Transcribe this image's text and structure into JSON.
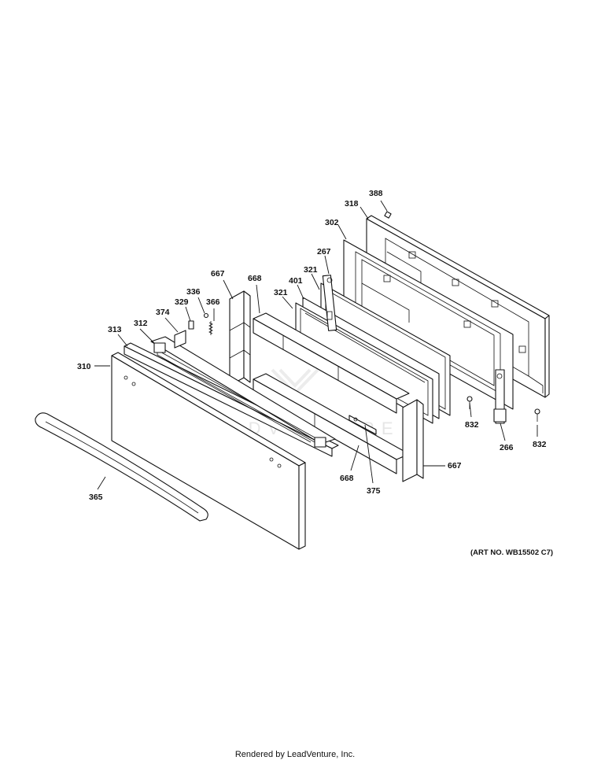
{
  "watermark": "LEADVENTURE",
  "art_number": "(ART NO. WB15502 C7)",
  "footer": "Rendered by LeadVenture, Inc.",
  "callouts": {
    "c388": "388",
    "c318": "318",
    "c302": "302",
    "c267": "267",
    "c321a": "321",
    "c401": "401",
    "c321b": "321",
    "c668a": "668",
    "c667a": "667",
    "c336": "336",
    "c329": "329",
    "c366": "366",
    "c374": "374",
    "c312": "312",
    "c313": "313",
    "c310": "310",
    "c832a": "832",
    "c832b": "832",
    "c266": "266",
    "c667b": "667",
    "c668b": "668",
    "c375": "375",
    "c365": "365"
  }
}
